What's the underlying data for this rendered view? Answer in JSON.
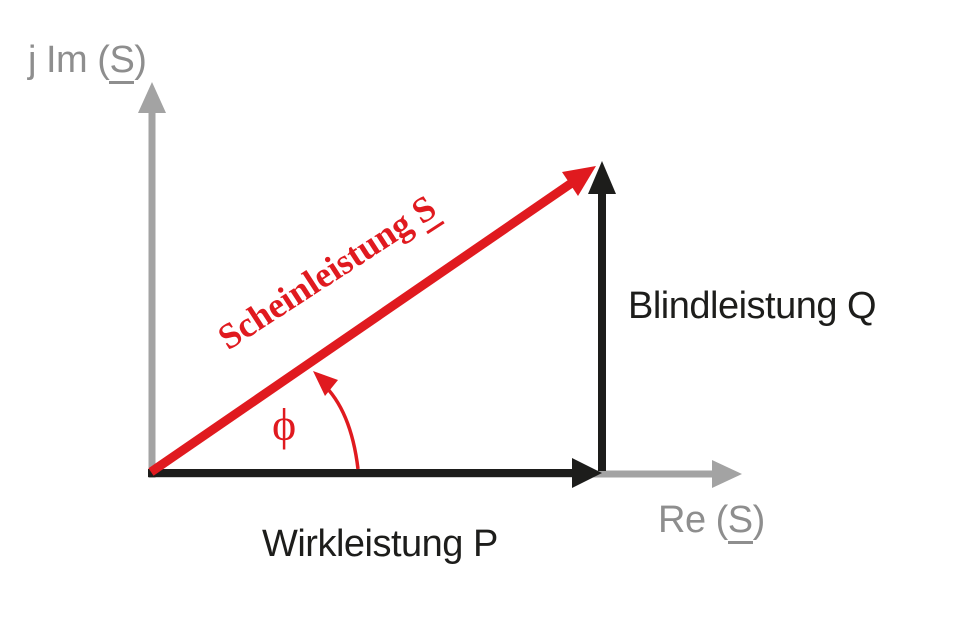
{
  "colors": {
    "red": "#e01a1f",
    "black": "#1d1d1b",
    "axis_gray": "#a3a3a3",
    "label_gray": "#8e8e8e",
    "background": "#ffffff"
  },
  "axes": {
    "imaginary": {
      "prefix": "j Im (",
      "symbol": "S",
      "suffix": ")"
    },
    "real": {
      "prefix": "Re (",
      "symbol": "S",
      "suffix": ")"
    }
  },
  "vectors": {
    "apparent_power": {
      "prefix": "Scheinleistung ",
      "symbol": "S"
    },
    "active_power": {
      "label": "Wirkleistung P"
    },
    "reactive_power": {
      "label": "Blindleistung Q"
    }
  },
  "angle": {
    "symbol": "ϕ"
  }
}
